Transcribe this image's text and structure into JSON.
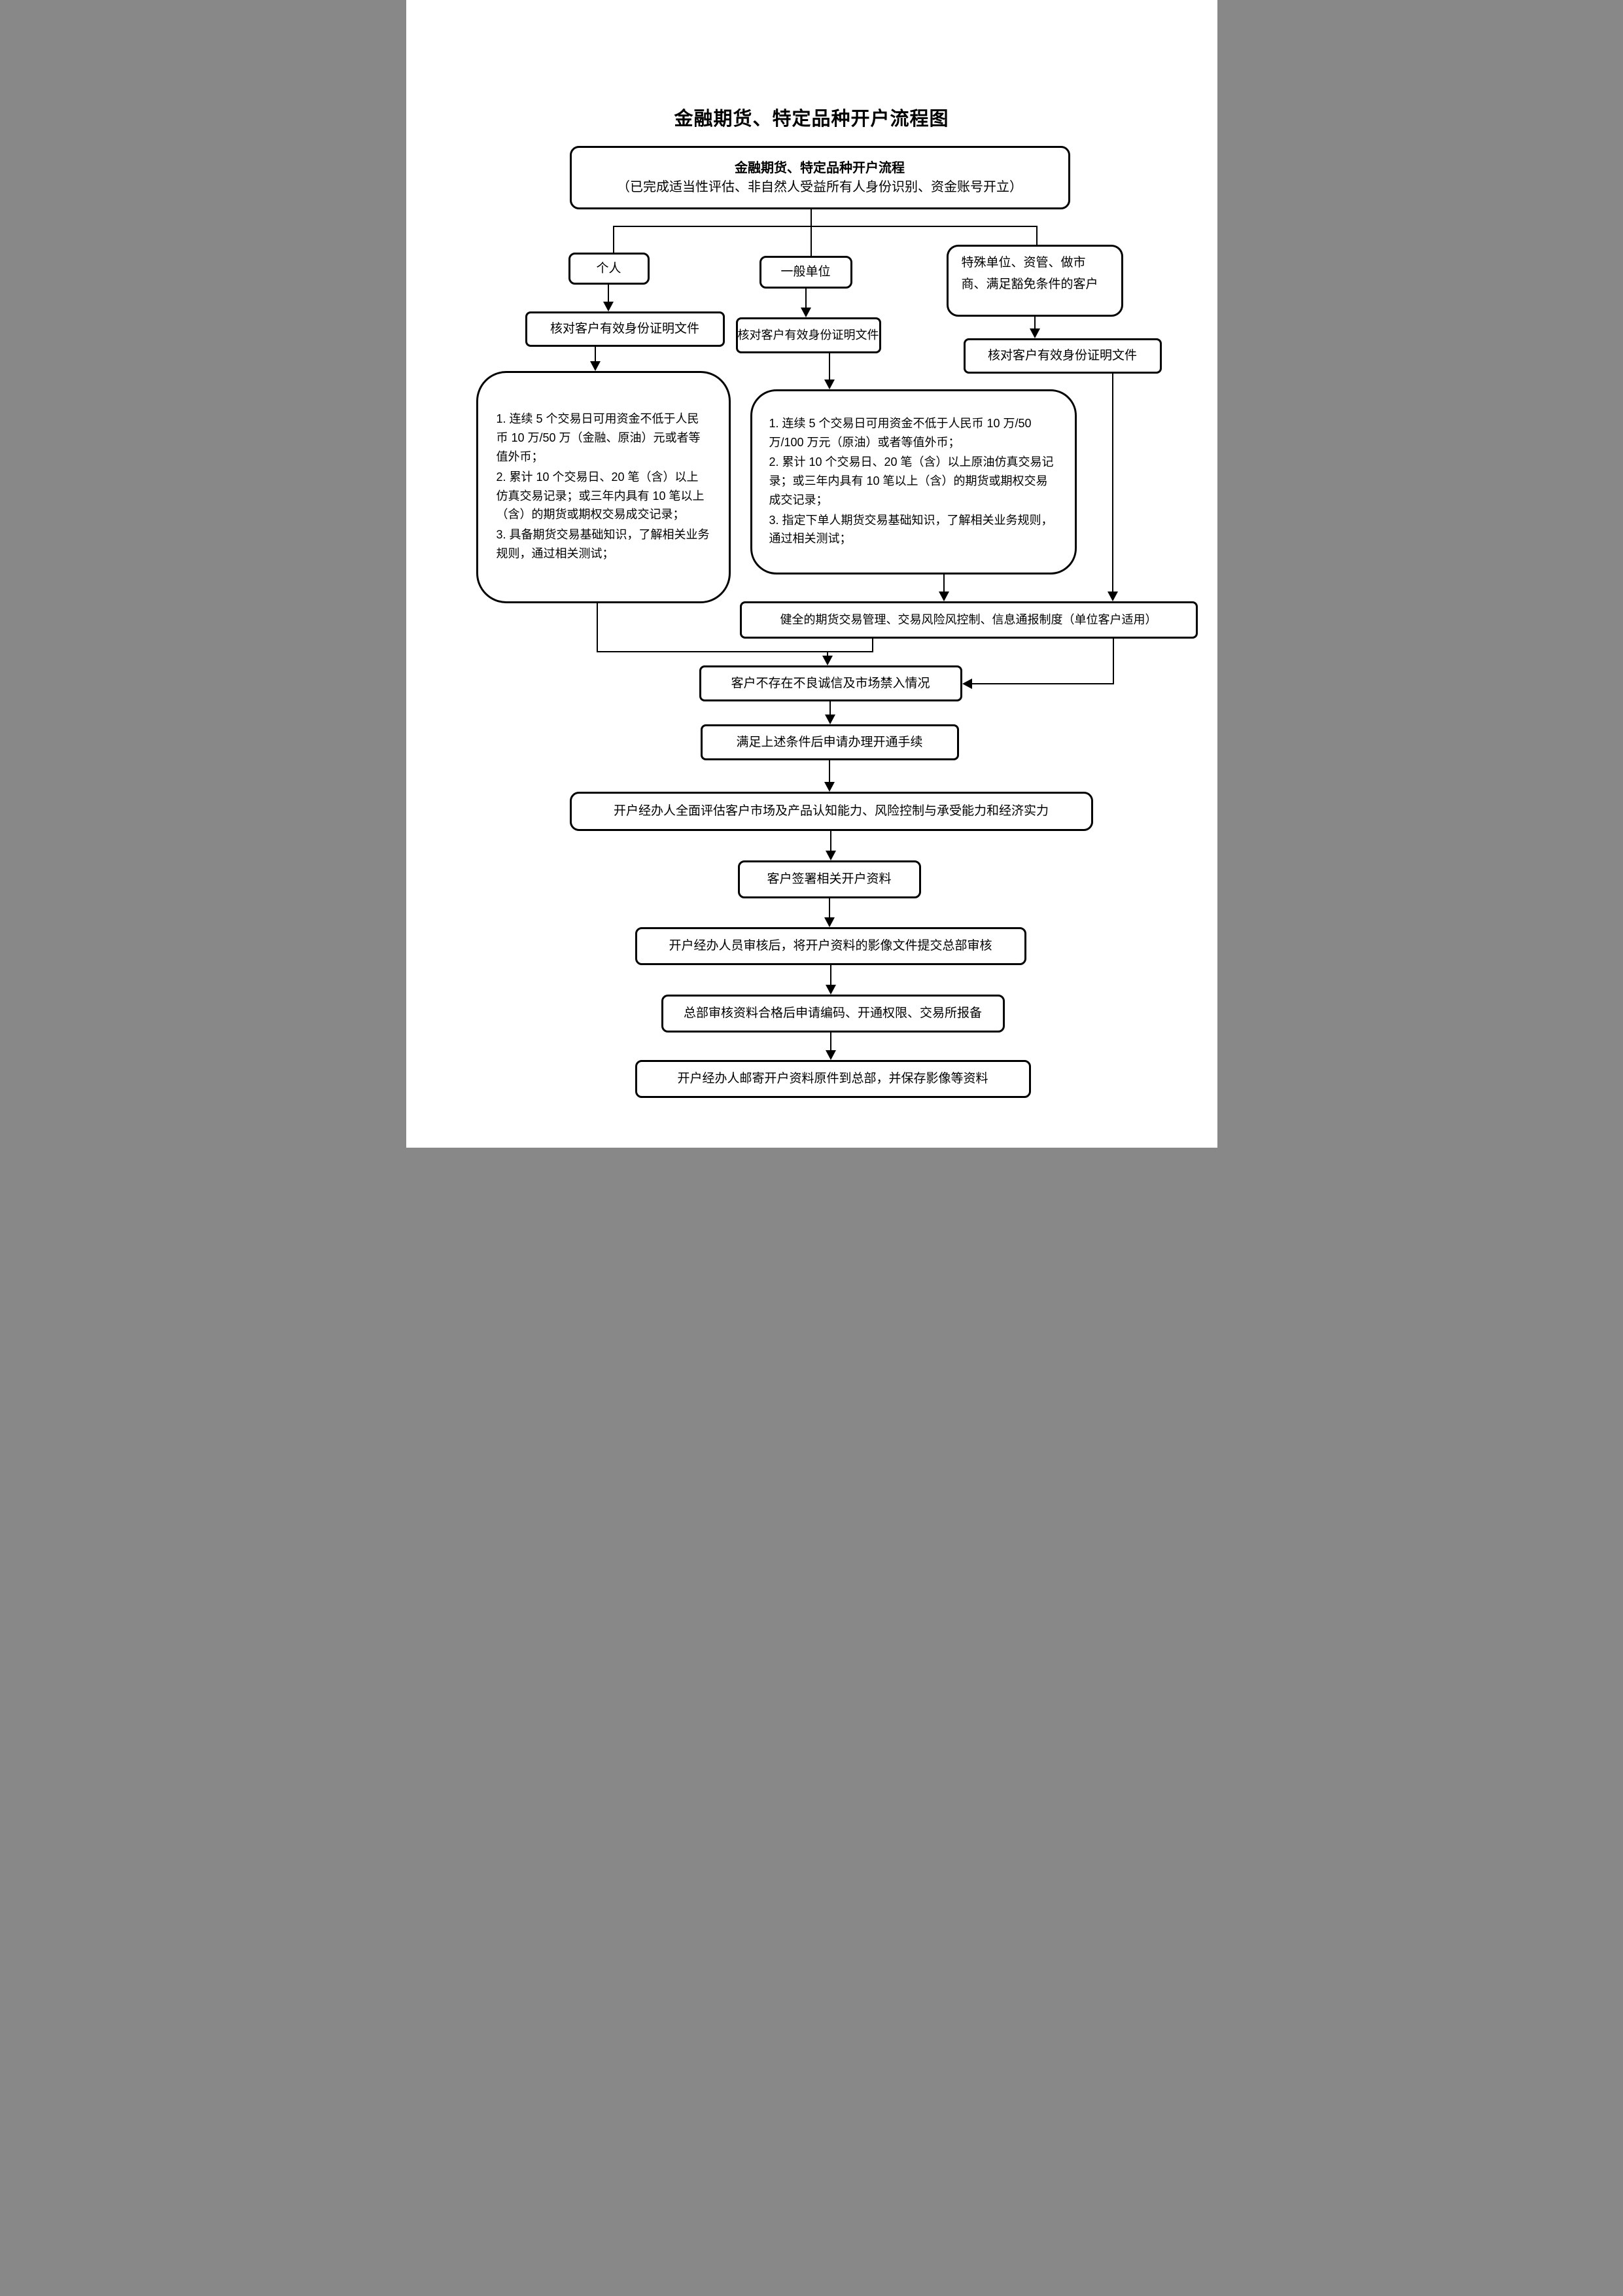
{
  "page_title": "金融期货、特定品种开户流程图",
  "flowchart": {
    "start": {
      "title": "金融期货、特定品种开户流程",
      "subtitle": "（已完成适当性评估、非自然人受益所有人身份识别、资金账号开立）"
    },
    "branches": {
      "individual": {
        "label": "个人",
        "verify": "核对客户有效身份证明文件",
        "criteria": [
          "1. 连续 5 个交易日可用资金不低于人民币 10 万/50 万（金融、原油）元或者等值外币；",
          "2. 累计 10 个交易日、20 笔（含）以上仿真交易记录；或三年内具有 10 笔以上（含）的期货或期权交易成交记录；",
          "3. 具备期货交易基础知识，了解相关业务规则，通过相关测试；"
        ]
      },
      "general_unit": {
        "label": "一般单位",
        "verify": "核对客户有效身份证明文件",
        "criteria": [
          "1. 连续 5 个交易日可用资金不低于人民币 10 万/50 万/100 万元（原油）或者等值外币；",
          "2. 累计 10 个交易日、20 笔（含）以上原油仿真交易记录；或三年内具有 10 笔以上（含）的期货或期权交易成交记录；",
          "3. 指定下单人期货交易基础知识，了解相关业务规则，通过相关测试；"
        ]
      },
      "special": {
        "label": "特殊单位、资管、做市商、满足豁免条件的客户",
        "verify": "核对客户有效身份证明文件"
      }
    },
    "steps": {
      "sound_system": "健全的期货交易管理、交易风险风控制、信息通报制度（单位客户适用）",
      "no_bad_credit": "客户不存在不良诚信及市场禁入情况",
      "apply_open": "满足上述条件后申请办理开通手续",
      "evaluate": "开户经办人全面评估客户市场及产品认知能力、风险控制与承受能力和经济实力",
      "sign": "客户签署相关开户资料",
      "submit_hq": "开户经办人员审核后，将开户资料的影像文件提交总部审核",
      "hq_review": "总部审核资料合格后申请编码、开通权限、交易所报备",
      "mail_docs": "开户经办人邮寄开户资料原件到总部，并保存影像等资料"
    },
    "colors": {
      "line": "#000000",
      "background": "#ffffff",
      "text": "#000000"
    }
  }
}
